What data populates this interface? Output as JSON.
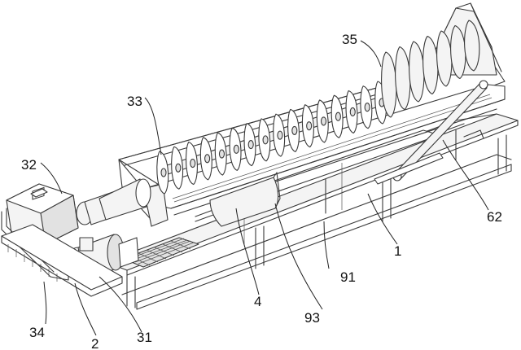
{
  "labels": {
    "l35": "35",
    "l33": "33",
    "l32": "32",
    "l62": "62",
    "l1": "1",
    "l91": "91",
    "l4": "4",
    "l93": "93",
    "l31": "31",
    "l34": "34",
    "l2": "2"
  }
}
